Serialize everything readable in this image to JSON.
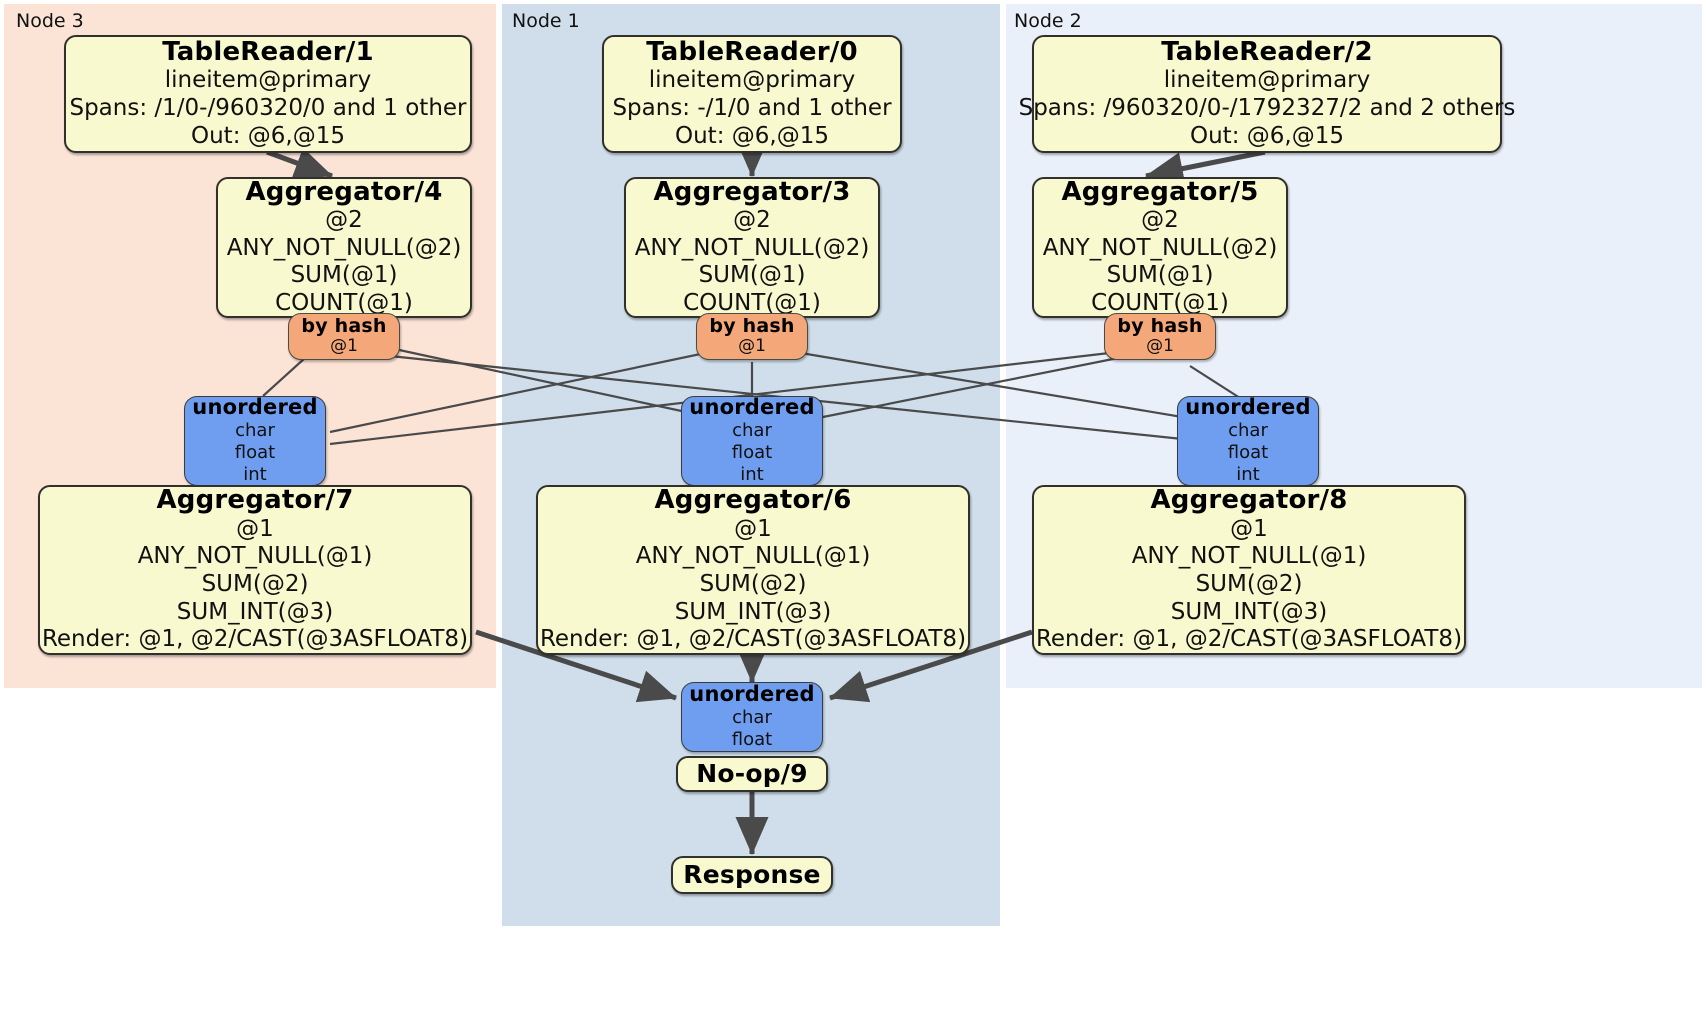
{
  "diagram": {
    "type": "distributed-query-plan",
    "colors": {
      "node3_panel": "#fbe3d6",
      "node1_panel": "#cfdeea",
      "node2_panel": "#eaf0fa",
      "processor": "#f9f9cf",
      "router": "#f4a87a",
      "synchronizer": "#6f9ef0",
      "edge": "#4a4a4a"
    }
  },
  "panels": [
    {
      "id": "node3",
      "label": "Node 3"
    },
    {
      "id": "node1",
      "label": "Node 1"
    },
    {
      "id": "node2",
      "label": "Node 2"
    }
  ],
  "nodes": {
    "tablereader1": {
      "title": "TableReader/1",
      "lines": [
        "lineitem@primary",
        "Spans: /1/0-/960320/0 and 1 other",
        "Out: @6,@15"
      ]
    },
    "tablereader0": {
      "title": "TableReader/0",
      "lines": [
        "lineitem@primary",
        "Spans: -/1/0 and 1 other",
        "Out: @6,@15"
      ]
    },
    "tablereader2": {
      "title": "TableReader/2",
      "lines": [
        "lineitem@primary",
        "Spans: /960320/0-/1792327/2 and 2 others",
        "Out: @6,@15"
      ]
    },
    "aggregator4": {
      "title": "Aggregator/4",
      "lines": [
        "@2",
        "ANY_NOT_NULL(@2)",
        "SUM(@1)",
        "COUNT(@1)"
      ]
    },
    "aggregator3": {
      "title": "Aggregator/3",
      "lines": [
        "@2",
        "ANY_NOT_NULL(@2)",
        "SUM(@1)",
        "COUNT(@1)"
      ]
    },
    "aggregator5": {
      "title": "Aggregator/5",
      "lines": [
        "@2",
        "ANY_NOT_NULL(@2)",
        "SUM(@1)",
        "COUNT(@1)"
      ]
    },
    "byhash_left": {
      "title": "by hash",
      "lines": [
        "@1"
      ]
    },
    "byhash_center": {
      "title": "by hash",
      "lines": [
        "@1"
      ]
    },
    "byhash_right": {
      "title": "by hash",
      "lines": [
        "@1"
      ]
    },
    "unordered_left": {
      "title": "unordered",
      "lines": [
        "char",
        "float",
        "int"
      ]
    },
    "unordered_center": {
      "title": "unordered",
      "lines": [
        "char",
        "float",
        "int"
      ]
    },
    "unordered_right": {
      "title": "unordered",
      "lines": [
        "char",
        "float",
        "int"
      ]
    },
    "aggregator7": {
      "title": "Aggregator/7",
      "lines": [
        "@1",
        "ANY_NOT_NULL(@1)",
        "SUM(@2)",
        "SUM_INT(@3)",
        "Render: @1, @2/CAST(@3ASFLOAT8)"
      ]
    },
    "aggregator6": {
      "title": "Aggregator/6",
      "lines": [
        "@1",
        "ANY_NOT_NULL(@1)",
        "SUM(@2)",
        "SUM_INT(@3)",
        "Render: @1, @2/CAST(@3ASFLOAT8)"
      ]
    },
    "aggregator8": {
      "title": "Aggregator/8",
      "lines": [
        "@1",
        "ANY_NOT_NULL(@1)",
        "SUM(@2)",
        "SUM_INT(@3)",
        "Render: @1, @2/CAST(@3ASFLOAT8)"
      ]
    },
    "unordered_final": {
      "title": "unordered",
      "lines": [
        "char",
        "float"
      ]
    },
    "noop9": {
      "title": "No-op/9",
      "lines": []
    },
    "response": {
      "title": "Response",
      "lines": []
    }
  }
}
